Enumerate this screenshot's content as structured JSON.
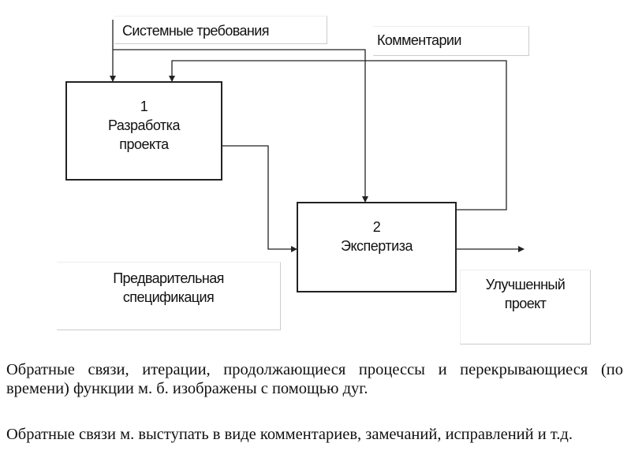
{
  "diagram": {
    "boxes": [
      {
        "number": "1",
        "line1": "Разработка",
        "line2": "проекта"
      },
      {
        "number": "2",
        "line1": "Экспертиза"
      }
    ],
    "arrows": {
      "system_requirements": "Системные требования",
      "comments": "Комментарии",
      "preliminary_spec_line1": "Предварительная",
      "preliminary_spec_line2": "спецификация",
      "improved_project_line1": "Улучшенный",
      "improved_project_line2": "проект"
    }
  },
  "text": {
    "paragraph1": "Обратные связи, итерации, продолжающиеся процессы и перекрывающиеся (по времени) функции м. б. изображены с помощью дуг.",
    "paragraph2": "Обратные связи м. выступать в виде комментариев, замечаний, исправлений и т.д."
  }
}
